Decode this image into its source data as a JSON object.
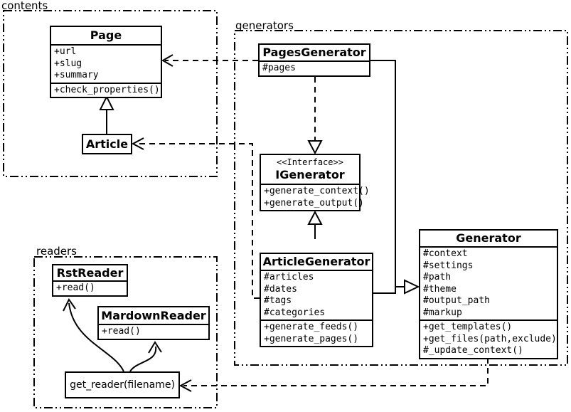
{
  "diagram": {
    "kind": "uml-class-diagram",
    "colors": {
      "line": "#000000",
      "background": "#ffffff",
      "box_fill": "#ffffff"
    }
  },
  "packages": {
    "contents": {
      "label": "contents"
    },
    "generators": {
      "label": "generators"
    },
    "readers": {
      "label": "readers"
    }
  },
  "classes": {
    "page": {
      "name": "Page",
      "attributes": [
        "+url",
        "+slug",
        "+summary"
      ],
      "methods": [
        "+check_properties()"
      ]
    },
    "article": {
      "name": "Article"
    },
    "pages_generator": {
      "name": "PagesGenerator",
      "attributes": [
        "#pages"
      ]
    },
    "igenerator": {
      "stereotype": "<<Interface>>",
      "name": "IGenerator",
      "methods": [
        "+generate_context()",
        "+generate_output()"
      ]
    },
    "article_generator": {
      "name": "ArticleGenerator",
      "attributes": [
        "#articles",
        "#dates",
        "#tags",
        "#categories"
      ],
      "methods": [
        "+generate_feeds()",
        "+generate_pages()"
      ]
    },
    "generator": {
      "name": "Generator",
      "attributes": [
        "#context",
        "#settings",
        "#path",
        "#theme",
        "#output_path",
        "#markup"
      ],
      "methods": [
        "+get_templates()",
        "+get_files(path,exclude)",
        "#_update_context()"
      ]
    },
    "rst_reader": {
      "name": "RstReader",
      "methods": [
        "+read()"
      ]
    },
    "mardown_reader": {
      "name": "MardownReader",
      "methods": [
        "+read()"
      ]
    },
    "get_reader": {
      "label": "get_reader(filename)"
    }
  },
  "relationships": [
    {
      "type": "dependency",
      "from": "PagesGenerator",
      "to": "Page",
      "style": "dashed-open-arrow"
    },
    {
      "type": "dependency",
      "from": "ArticleGenerator",
      "to": "Article",
      "style": "dashed-open-arrow"
    },
    {
      "type": "realization",
      "from": "PagesGenerator",
      "to": "IGenerator",
      "style": "dashed-hollow-triangle"
    },
    {
      "type": "realization",
      "from": "ArticleGenerator",
      "to": "IGenerator",
      "style": "solid-hollow-triangle"
    },
    {
      "type": "inheritance",
      "from": "Article",
      "to": "Page",
      "style": "solid-hollow-triangle"
    },
    {
      "type": "inheritance",
      "from": "PagesGenerator",
      "to": "Generator",
      "style": "solid-hollow-triangle"
    },
    {
      "type": "inheritance",
      "from": "ArticleGenerator",
      "to": "Generator",
      "style": "solid-hollow-triangle"
    },
    {
      "type": "dependency",
      "from": "Generator",
      "to": "get_reader(filename)",
      "style": "dashed-open-arrow"
    },
    {
      "type": "association",
      "from": "get_reader(filename)",
      "to": "RstReader",
      "style": "curved-open-arrow"
    },
    {
      "type": "association",
      "from": "get_reader(filename)",
      "to": "MardownReader",
      "style": "curved-open-arrow"
    }
  ]
}
